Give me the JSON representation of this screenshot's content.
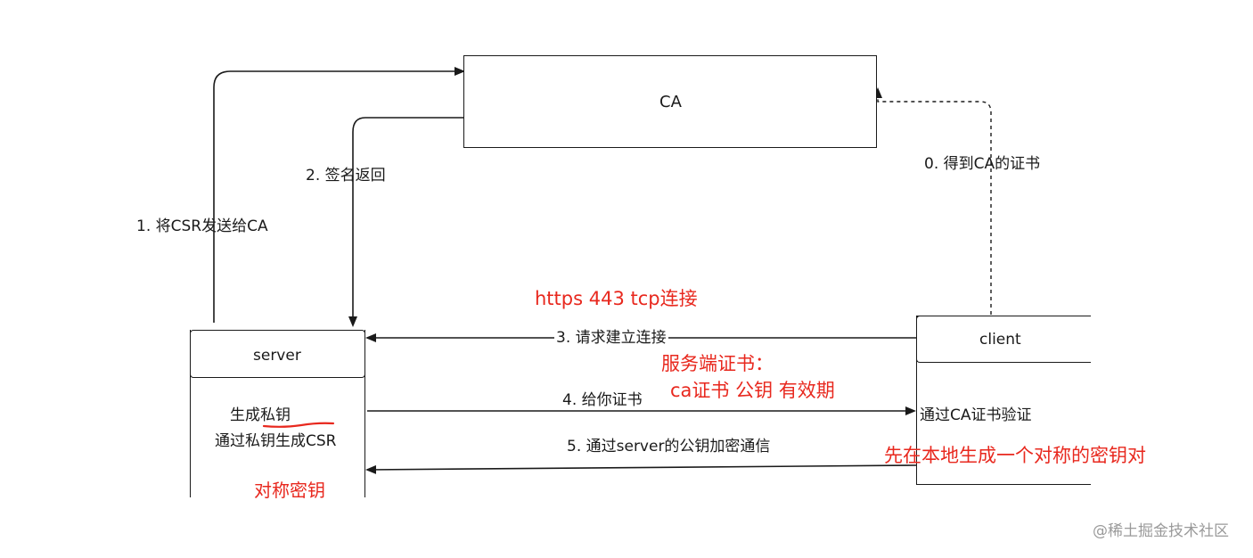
{
  "ca_box": {
    "label": "CA"
  },
  "server_box": {
    "label": "server",
    "line1": "生成私钥",
    "line2": "通过私钥生成CSR",
    "note": "对称密钥"
  },
  "client_box": {
    "label": "client",
    "line1": "通过CA证书验证",
    "note": "先在本地生成一个对称的密钥对"
  },
  "arrows": {
    "step0": "0. 得到CA的证书",
    "step1": "1. 将CSR发送给CA",
    "step2": "2. 签名返回",
    "step3": "3. 请求建立连接",
    "step4": "4. 给你证书",
    "step5": "5.  通过server的公钥加密通信"
  },
  "annotations": {
    "https": "https 443  tcp连接",
    "cert_title": "服务端证书：",
    "cert_content": "ca证书 公钥 有效期"
  },
  "watermark": "@稀土掘金技术社区",
  "colors": {
    "line": "#1a1a1a",
    "annotation": "#e8281e",
    "watermark": "#9a9a9a"
  }
}
